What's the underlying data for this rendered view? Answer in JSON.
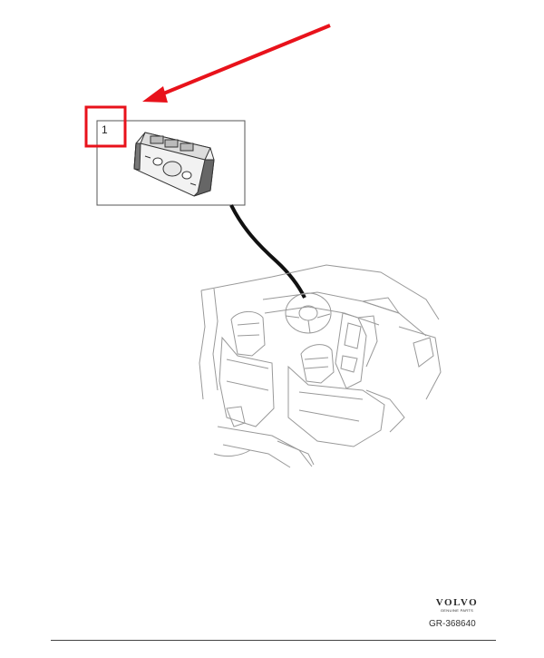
{
  "diagram": {
    "callout_number": "1",
    "highlight_color": "#e8121b",
    "arrow_color": "#e8121b",
    "line_color": "#555555"
  },
  "footer": {
    "brand_name": "VOLVO",
    "brand_sub": "GENUINE PARTS",
    "drawing_id": "GR-368640"
  }
}
